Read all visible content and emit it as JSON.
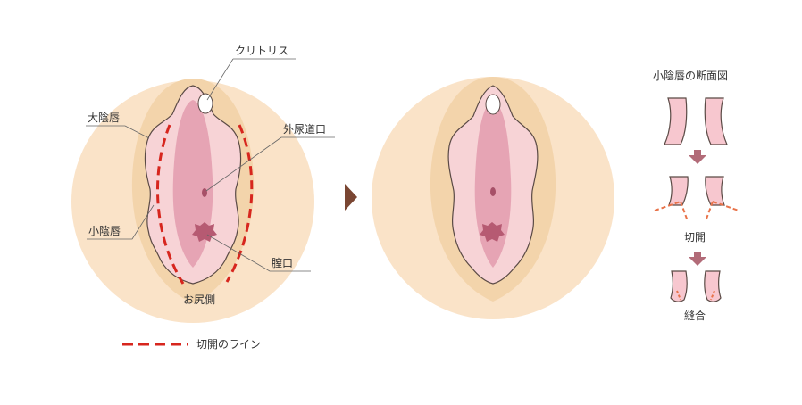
{
  "labels": {
    "clitoris": "クリトリス",
    "labia_majora": "大陰唇",
    "urethral_opening": "外尿道口",
    "labia_minora": "小陰唇",
    "vaginal_opening": "膣口",
    "anal_side": "お尻側"
  },
  "legend": {
    "incision_line": "切開のライン"
  },
  "cross_section": {
    "title": "小陰唇の断面図",
    "step_incision": "切開",
    "step_suture": "縫合"
  },
  "colors": {
    "skin_outer": "#fae3c8",
    "skin_mid": "#f3d4ab",
    "labia_minora": "#f7d3d6",
    "inner_pink": "#e6a4b4",
    "vaginal_dark": "#b65a72",
    "incision_red": "#d7261e",
    "incision_orange": "#e8734a",
    "arrow_brown": "#7a4632",
    "arrow_down": "#b26b78",
    "outline": "#5a4a45"
  }
}
